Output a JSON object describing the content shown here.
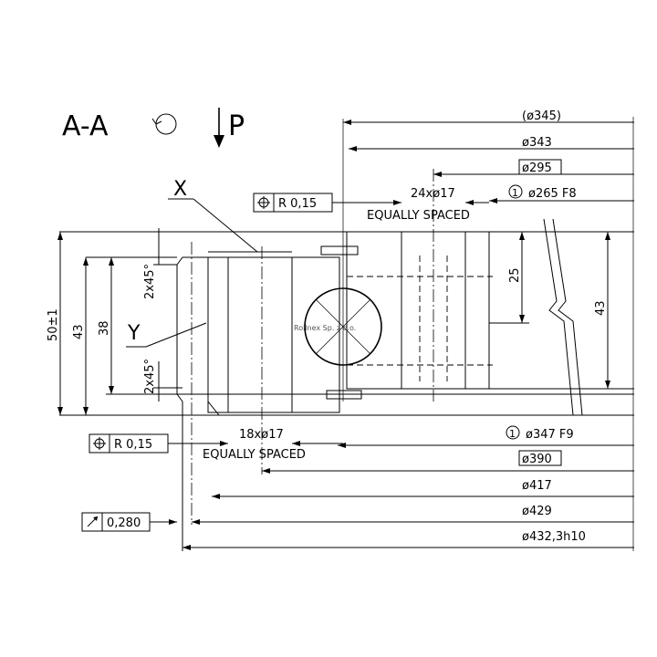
{
  "section": {
    "title": "A-A",
    "marker": "P"
  },
  "details": {
    "x": "X",
    "y": "Y"
  },
  "tolerance_frames": {
    "position_top": {
      "value": "R 0,15"
    },
    "position_bottom": {
      "value": "R 0,15"
    },
    "runout": {
      "value": "0,280"
    }
  },
  "top_holes": {
    "count": "24xø17",
    "note": "EQUALLY SPACED"
  },
  "bottom_holes": {
    "count": "18xø17",
    "note": "EQUALLY SPACED"
  },
  "diameters_top": [
    {
      "label": "(ø345)",
      "boxed": false
    },
    {
      "label": "ø343",
      "boxed": false
    },
    {
      "label": "ø295",
      "boxed": true
    },
    {
      "label": "ø265  F8",
      "boxed": false,
      "circled": "1"
    }
  ],
  "diameters_bottom": [
    {
      "label": "ø347  F9",
      "boxed": false,
      "circled": "1"
    },
    {
      "label": "ø390",
      "boxed": true
    },
    {
      "label": "ø417",
      "boxed": false
    },
    {
      "label": "ø429",
      "boxed": false
    },
    {
      "label": "ø432,3h10",
      "boxed": false
    }
  ],
  "heights": {
    "total": "50±1",
    "outer": "43",
    "inner": "38",
    "inner_ring_section": "25",
    "inner_ring_total": "43"
  },
  "chamfers": {
    "top": "2x45°",
    "bottom": "2x45°"
  },
  "watermark": "Rollnex Sp. z o.o."
}
